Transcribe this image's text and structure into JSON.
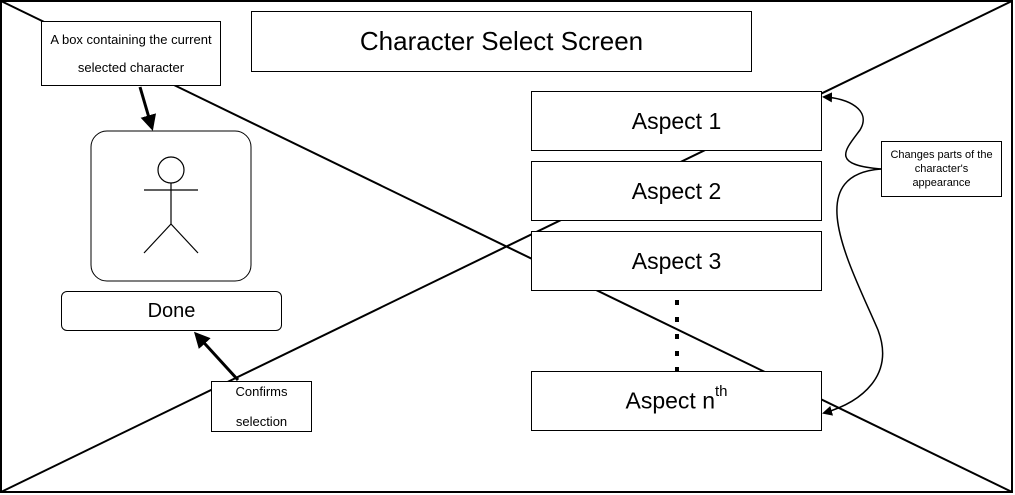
{
  "title": "Character Select Screen",
  "notes": {
    "selected_box": "A box containing the current selected character",
    "confirms": "Confirms selection",
    "changes": "Changes parts of the character's appearance"
  },
  "done_label": "Done",
  "aspects": [
    {
      "label": "Aspect 1",
      "sup": ""
    },
    {
      "label": "Aspect 2",
      "sup": ""
    },
    {
      "label": "Aspect 3",
      "sup": ""
    },
    {
      "label": "Aspect n",
      "sup": "th"
    }
  ],
  "ellipsis": "⋮",
  "icons": {
    "portrait": "stick-figure-icon"
  }
}
